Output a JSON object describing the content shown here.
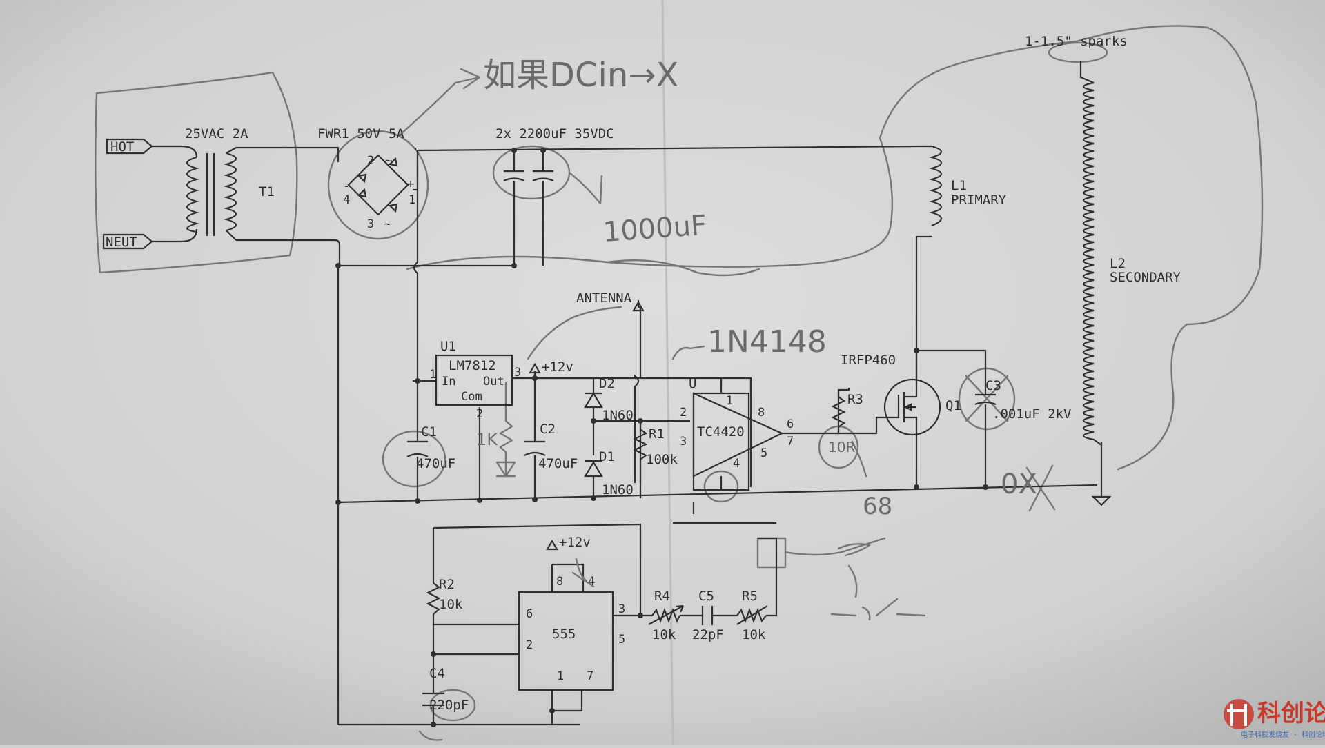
{
  "colors": {
    "paper": "#d3d5d4",
    "ink": "#2f2f2f",
    "pencil": "#767676",
    "logo_red": "#c8392b",
    "logo_blue": "#3a64b8"
  },
  "power": {
    "hot_label": "HOT",
    "neut_label": "NEUT",
    "transformer_rating": "25VAC 2A",
    "transformer_ref": "T1",
    "bridge_label": "FWR1 50V 5A",
    "bridge_pins": [
      "2",
      "~",
      "-",
      "+",
      "4",
      "1",
      "3",
      "~"
    ],
    "cap_bank_label": "2x 2200uF 35VDC"
  },
  "coil": {
    "sparks_label": "1-1.5\" sparks",
    "l1_ref": "L1",
    "l1_label": "PRIMARY",
    "l2_ref": "L2",
    "l2_label": "SECONDARY"
  },
  "regulator": {
    "ref": "U1",
    "part": "LM7812",
    "pin_in": "In",
    "pin_out": "Out",
    "pin_com": "Com",
    "pin1": "1",
    "pin2": "2",
    "pin3": "3",
    "rail": "+12v"
  },
  "passives": {
    "c1_ref": "C1",
    "c1_val": "470uF",
    "c2_ref": "C2",
    "c2_val": "470uF",
    "d2_ref": "D2",
    "d2_val": "1N60",
    "d1_ref": "D1",
    "d1_val": "1N60",
    "r1_ref": "R1",
    "r1_val": "100k",
    "antenna": "ANTENNA"
  },
  "driver": {
    "ref": "U",
    "part": "TC4420",
    "pins": [
      "1",
      "2",
      "3",
      "4",
      "5",
      "6",
      "7",
      "8"
    ]
  },
  "mosfet": {
    "part": "IRFP460",
    "ref": "Q1",
    "r3_ref": "R3",
    "c3_ref": "C3",
    "c3_val": ".001uF 2kV"
  },
  "timer": {
    "part": "555",
    "rail": "+12v",
    "pins": [
      "6",
      "2",
      "3",
      "5",
      "8",
      "4",
      "1",
      "7"
    ],
    "r2_ref": "R2",
    "r2_val": "10k",
    "c4_ref": "C4",
    "c4_val": "220pF",
    "r4_ref": "R4",
    "r4_val": "10k",
    "c5_ref": "C5",
    "c5_val": "22pF",
    "r5_ref": "R5",
    "r5_val": "10k"
  },
  "notes": {
    "note_top": "如果DCin→X",
    "note_1000uf": "1000uF",
    "note_1n4148": "1N4148",
    "note_1k": "1K",
    "note_10r": "10R",
    "note_68": "68",
    "note_0x": "0X"
  },
  "watermark": {
    "title": "科创论坛",
    "subtitle": "电子科技发烧友 · 科创论坛"
  }
}
